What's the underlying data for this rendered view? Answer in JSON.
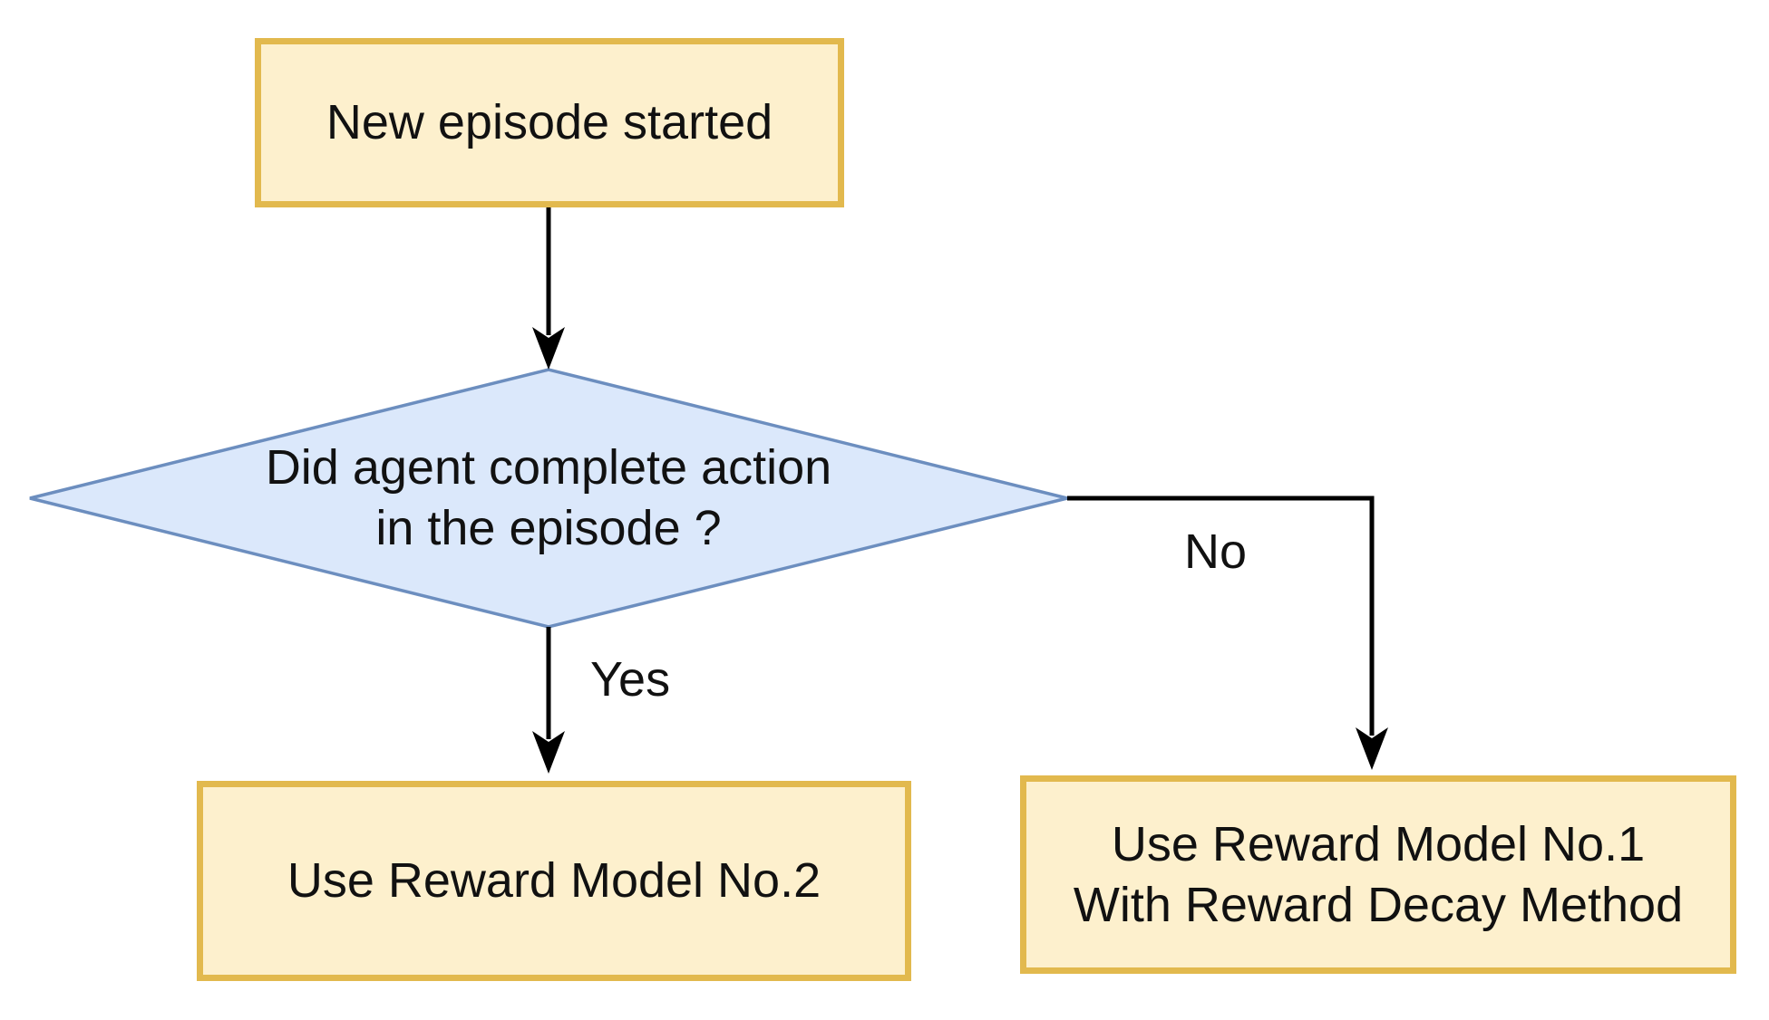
{
  "diagram": {
    "nodes": {
      "start": {
        "label": "New episode started"
      },
      "decision": {
        "line1": "Did agent complete action",
        "line2": "in the episode ?"
      },
      "yes_outcome": {
        "label": "Use Reward Model No.2"
      },
      "no_outcome": {
        "line1": "Use Reward Model No.1",
        "line2": "With Reward Decay Method"
      }
    },
    "edges": {
      "yes_label": "Yes",
      "no_label": "No"
    },
    "colors": {
      "process_fill": "#FDF0CD",
      "process_border": "#E2B94E",
      "decision_fill": "#DBE8FB",
      "decision_border": "#6C8EBF",
      "arrow": "#000000",
      "text": "#111111",
      "background": "#FFFFFF"
    }
  }
}
